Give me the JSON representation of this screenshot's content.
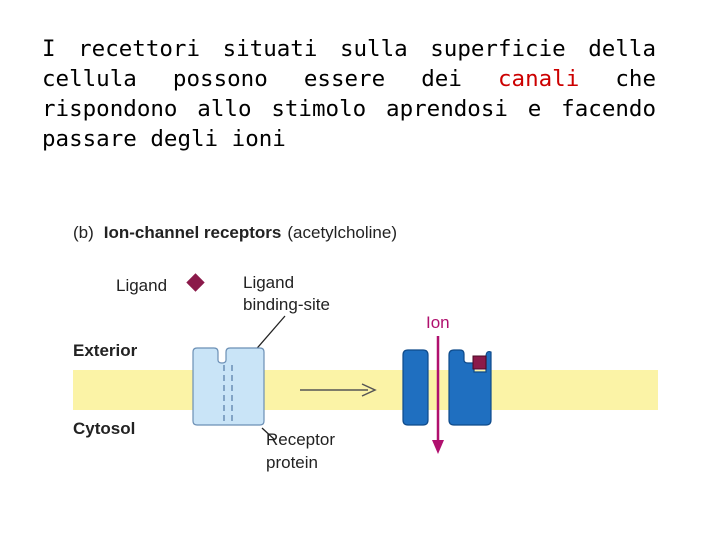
{
  "slide": {
    "text_before": "I recettori situati sulla superficie della cellula possono essere dei ",
    "text_highlight": "canali",
    "text_after": " che rispondono allo stimolo aprendosi e facendo passare degli ioni",
    "highlight_color": "#cc0000"
  },
  "figure": {
    "panel_letter": "(b)",
    "title": "Ion-channel receptors",
    "title_suffix": "(acetylcholine)",
    "labels": {
      "ligand": "Ligand",
      "ligand_binding_line1": "Ligand",
      "ligand_binding_line2": "binding-site",
      "ion": "Ion",
      "exterior": "Exterior",
      "cytosol": "Cytosol",
      "receptor_line1": "Receptor",
      "receptor_line2": "protein"
    },
    "colors": {
      "membrane": "#fbf3a6",
      "closed_channel": "#c9e4f7",
      "open_channel": "#1f6fc0",
      "ligand": "#8b1a4a",
      "ion_arrow": "#b0106e",
      "text": "#222222"
    },
    "icons": [
      "ligand-diamond-icon",
      "bound-ligand-square-icon",
      "ion-arrow-icon",
      "transition-arrow-icon"
    ]
  }
}
